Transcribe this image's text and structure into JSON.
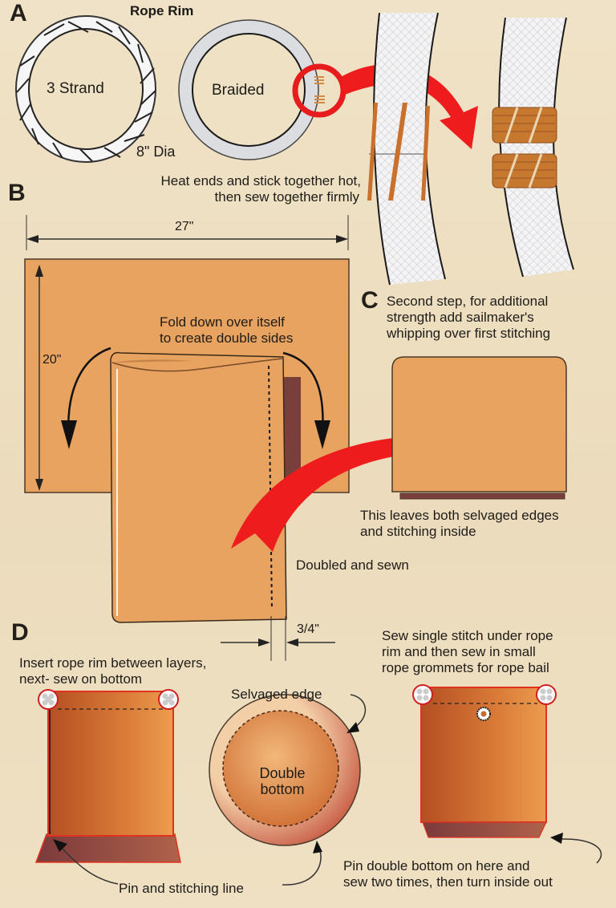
{
  "sections": {
    "a": {
      "letter": "A",
      "title": "Rope Rim",
      "ring1_label": "3 Strand",
      "ring2_label": "Braided",
      "diameter": "8\" Dia",
      "note_line1": "Heat ends and stick together hot,",
      "note_line2": "then sew together firmly"
    },
    "b": {
      "letter": "B",
      "width_dim": "27\"",
      "height_dim": "20\"",
      "fold_line1": "Fold down over itself",
      "fold_line2": "to create double sides",
      "doubled": "Doubled and sewn",
      "seam_dim": "3/4\""
    },
    "c": {
      "letter": "C",
      "line1": "Second step, for additional",
      "line2": "strength add sailmaker's",
      "line3": "whipping over first stitching",
      "leaves_line1": "This leaves both selvaged edges",
      "leaves_line2": "and stitching inside"
    },
    "d": {
      "letter": "D",
      "insert_line1": "Insert rope rim between layers,",
      "insert_line2": "next- sew on bottom",
      "selvaged": "Selvaged edge",
      "bottom_line1": "Double",
      "bottom_line2": "bottom",
      "pin_line": "Pin and stitching line",
      "sew_line1": "Sew single stitch under rope",
      "sew_line2": "rim and then sew in small",
      "sew_line3": "rope grommets for rope bail",
      "pin_double_line1": "Pin double bottom on here and",
      "pin_double_line2": "sew two times, then turn inside out"
    }
  },
  "colors": {
    "background": "#efe1c4",
    "fabric": "#e7a35f",
    "fabric_dark": "#c4622c",
    "hem": "#7a3f3a",
    "arrow_red": "#ee1c1c",
    "rope": "#e9e9ea",
    "whipping": "#c7782f"
  }
}
